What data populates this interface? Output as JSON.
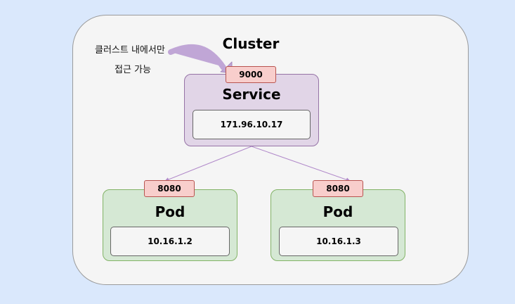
{
  "diagram": {
    "cluster": {
      "title": "Cluster"
    },
    "note": {
      "line1": "클러스트 내에서만",
      "line2": "접근 가능"
    },
    "service": {
      "title": "Service",
      "port": "9000",
      "ip": "171.96.10.17"
    },
    "pods": [
      {
        "title": "Pod",
        "port": "8080",
        "ip": "10.16.1.2"
      },
      {
        "title": "Pod",
        "port": "8080",
        "ip": "10.16.1.3"
      }
    ],
    "colors": {
      "background": "#dae8fc",
      "cluster_fill": "#f5f5f5",
      "service_fill": "#e1d5e7",
      "service_stroke": "#9673a6",
      "pod_fill": "#d5e8d4",
      "pod_stroke": "#82b366",
      "port_fill": "#f8cecc",
      "port_stroke": "#b85450",
      "arrow": "#c0a6d6"
    }
  }
}
